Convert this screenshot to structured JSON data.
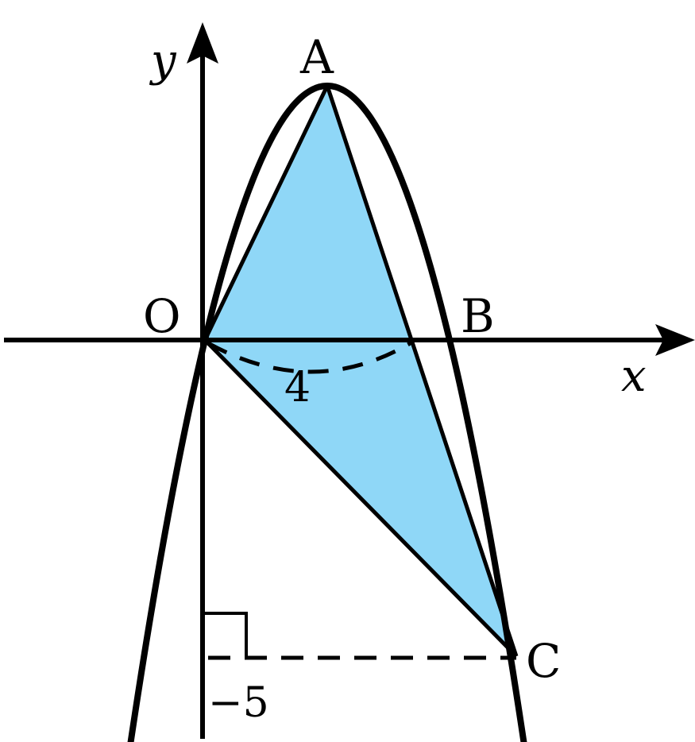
{
  "diagram": {
    "axes": {
      "x_label": "x",
      "y_label": "y"
    },
    "points": {
      "origin": "O",
      "vertex": "A",
      "root": "B",
      "lower": "C"
    },
    "annotations": {
      "segment_length": "4",
      "y_value": "−5"
    },
    "parabola_note": "downward-opening parabola through O and B with vertex A",
    "colors": {
      "fill": "#8fd7f7",
      "stroke": "#000000"
    }
  }
}
